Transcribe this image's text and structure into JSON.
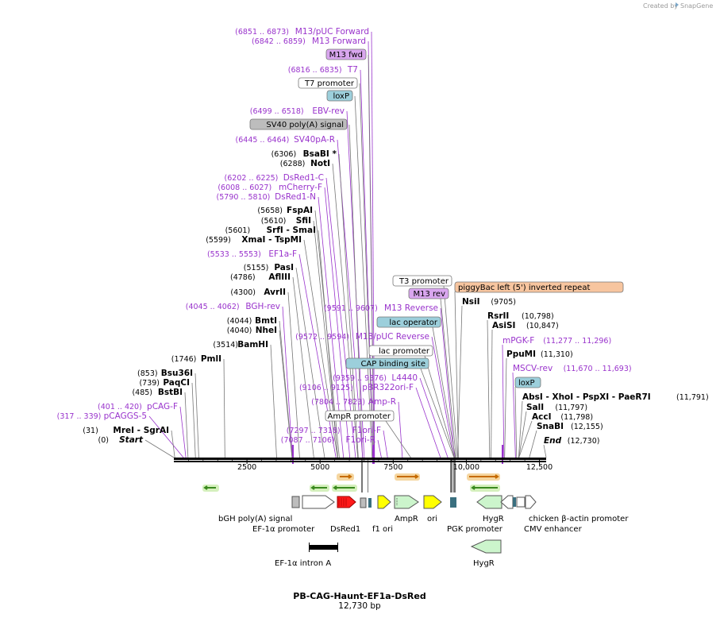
{
  "credit": "Created by",
  "credit_brand": "SnapGene",
  "title": "PB-CAG-Haunt-EF1a-DsRed",
  "subtitle": "12,730 bp",
  "ruler_ticks": [
    "2500",
    "5000",
    "7500",
    "10,000",
    "12,500"
  ],
  "labels": [
    {
      "id": "m13puc-fwd",
      "coord": "(6851 .. 6873)",
      "name": "M13/pUC Forward",
      "kind": "primer",
      "pos": 6862
    },
    {
      "id": "m13-forward",
      "coord": "(6842 .. 6859)",
      "name": "M13 Forward",
      "kind": "primer",
      "pos": 6850
    },
    {
      "id": "m13-fwd",
      "coord": "",
      "name": "M13 fwd",
      "kind": "tag",
      "fill": "#d9a6ef",
      "pos": 6840
    },
    {
      "id": "t7",
      "coord": "(6816 .. 6835)",
      "name": "T7",
      "kind": "primer",
      "pos": 6825
    },
    {
      "id": "t7-promoter",
      "coord": "",
      "name": "T7 promoter",
      "kind": "tag",
      "fill": "#ffffff",
      "pos": 6815
    },
    {
      "id": "loxp-1",
      "coord": "",
      "name": "loxP",
      "kind": "tag",
      "fill": "#9ccfdb",
      "pos": 6780
    },
    {
      "id": "ebv-rev",
      "coord": "(6499 .. 6518)",
      "name": "EBV-rev",
      "kind": "primer",
      "pos": 6508
    },
    {
      "id": "sv40-polya",
      "coord": "",
      "name": "SV40 poly(A) signal",
      "kind": "tag",
      "fill": "#bdbdbd",
      "pos": 6450
    },
    {
      "id": "sv40pa-r",
      "coord": "(6445 .. 6464)",
      "name": "SV40pA-R",
      "kind": "primer",
      "pos": 6455
    },
    {
      "id": "bsabi",
      "coord": "(6306)",
      "name": "BsaBI *",
      "kind": "enzyme",
      "pos": 6306
    },
    {
      "id": "noti",
      "coord": "(6288)",
      "name": "NotI",
      "kind": "enzyme",
      "pos": 6288
    },
    {
      "id": "dsred1-c",
      "coord": "(6202 .. 6225)",
      "name": "DsRed1-C",
      "kind": "primer",
      "pos": 6213
    },
    {
      "id": "mcherry-f",
      "coord": "(6008 .. 6027)",
      "name": "mCherry-F",
      "kind": "primer",
      "pos": 6017
    },
    {
      "id": "dsred1-n",
      "coord": "(5790 .. 5810)",
      "name": "DsRed1-N",
      "kind": "primer",
      "pos": 5800
    },
    {
      "id": "fspai",
      "coord": "(5658)",
      "name": "FspAI",
      "kind": "enzyme",
      "pos": 5658
    },
    {
      "id": "sfii",
      "coord": "(5610)",
      "name": "SfiI",
      "kind": "enzyme",
      "pos": 5610
    },
    {
      "id": "srfi",
      "coord": "(5601)",
      "name": "SrfI  - SmaI",
      "kind": "enzyme",
      "pos": 5601
    },
    {
      "id": "xmai",
      "coord": "(5599)",
      "name": "XmaI  - TspMI",
      "kind": "enzyme",
      "pos": 5599
    },
    {
      "id": "ef1a-f",
      "coord": "(5533 .. 5553)",
      "name": "EF1a-F",
      "kind": "primer",
      "pos": 5543
    },
    {
      "id": "pasi",
      "coord": "(5155)",
      "name": "PasI",
      "kind": "enzyme",
      "pos": 5155
    },
    {
      "id": "aflIII",
      "coord": "(4786)",
      "name": "AflIII",
      "kind": "enzyme",
      "pos": 4786
    },
    {
      "id": "avrii",
      "coord": "(4300)",
      "name": "AvrII",
      "kind": "enzyme",
      "pos": 4300
    },
    {
      "id": "bgh-rev",
      "coord": "(4045 .. 4062)",
      "name": "BGH-rev",
      "kind": "primer",
      "pos": 4053
    },
    {
      "id": "bmti",
      "coord": "(4044)",
      "name": "BmtI",
      "kind": "enzyme",
      "pos": 4044
    },
    {
      "id": "nhei",
      "coord": "(4040)",
      "name": "NheI",
      "kind": "enzyme",
      "pos": 4040
    },
    {
      "id": "bamhi",
      "coord": "(3514)",
      "name": "BamHI",
      "kind": "enzyme",
      "pos": 3514
    },
    {
      "id": "pmli",
      "coord": "(1746)",
      "name": "PmlI",
      "kind": "enzyme",
      "pos": 1746
    },
    {
      "id": "bsu36i",
      "coord": "(853)",
      "name": "Bsu36I",
      "kind": "enzyme",
      "pos": 853
    },
    {
      "id": "paqci",
      "coord": "(739)",
      "name": "PaqCI",
      "kind": "enzyme",
      "pos": 739
    },
    {
      "id": "bstbi",
      "coord": "(485)",
      "name": "BstBI",
      "kind": "enzyme",
      "pos": 485
    },
    {
      "id": "pcag-f",
      "coord": "(401 .. 420)",
      "name": "pCAG-F",
      "kind": "primer",
      "pos": 410
    },
    {
      "id": "pcaggs-5",
      "coord": "(317 .. 339)",
      "name": "pCAGGS-5",
      "kind": "primer",
      "pos": 328
    },
    {
      "id": "mrei",
      "coord": "(31)",
      "name": "MreI  - SgrAI",
      "kind": "enzyme",
      "pos": 31
    },
    {
      "id": "start",
      "coord": "(0)",
      "name": "Start",
      "kind": "start",
      "pos": 0
    },
    {
      "id": "m13-rev-primer",
      "coord": "(9591 .. 9607)",
      "name": "M13 Reverse",
      "kind": "primer",
      "pos": 9599
    },
    {
      "id": "m13puc-rev",
      "coord": "(9572 .. 9594)",
      "name": "M13/pUC Reverse",
      "kind": "primer",
      "pos": 9583
    },
    {
      "id": "l4440",
      "coord": "(9359 .. 9376)",
      "name": "L4440",
      "kind": "primer",
      "pos": 9367
    },
    {
      "id": "pbr322ori-f",
      "coord": "(9106 .. 9125)",
      "name": "pBR322ori-F",
      "kind": "primer",
      "pos": 9115
    },
    {
      "id": "amp-r",
      "coord": "(7804 .. 7823)",
      "name": "Amp-R",
      "kind": "primer",
      "pos": 7813
    },
    {
      "id": "f1ori-f",
      "coord": "(7297 .. 7318)",
      "name": "F1ori-F",
      "kind": "primer",
      "pos": 7307
    },
    {
      "id": "f1ori-r",
      "coord": "(7087 .. 7106)",
      "name": "F1ori-R",
      "kind": "primer",
      "pos": 7096
    }
  ],
  "middle_tags": [
    {
      "id": "t3-promoter",
      "name": "T3 promoter",
      "fill": "#ffffff",
      "pos": 9700
    },
    {
      "id": "m13-rev-tag",
      "name": "M13 rev",
      "fill": "#d9a6ef",
      "pos": 9650
    },
    {
      "id": "lac-operator",
      "name": "lac operator",
      "fill": "#9ccfdb",
      "pos": 9630
    },
    {
      "id": "lac-promoter",
      "name": "lac promoter",
      "fill": "#ffffff",
      "pos": 9600
    },
    {
      "id": "cap-site",
      "name": "CAP binding site",
      "fill": "#9ccfdb",
      "pos": 9580
    },
    {
      "id": "ampr-promoter",
      "name": "AmpR promoter",
      "fill": "#ffffff",
      "pos": 8100
    }
  ],
  "right_labels": [
    {
      "id": "piggybac-left",
      "coord": "",
      "name": "piggyBac left (5') inverted repeat",
      "kind": "tag",
      "fill": "#f7c59f",
      "pos": 9730
    },
    {
      "id": "nsii",
      "coord": "(9705)",
      "name": "NsiI",
      "kind": "enzyme",
      "pos": 9705
    },
    {
      "id": "rsrii",
      "coord": "(10,798)",
      "name": "RsrII",
      "kind": "enzyme",
      "pos": 10798
    },
    {
      "id": "asisi",
      "coord": "(10,847)",
      "name": "AsiSI",
      "kind": "enzyme",
      "pos": 10847
    },
    {
      "id": "mpgk-f",
      "coord": "(11,277 .. 11,296)",
      "name": "mPGK-F",
      "kind": "primer",
      "pos": 11286
    },
    {
      "id": "ppumi",
      "coord": "(11,310)",
      "name": "PpuMI",
      "kind": "enzyme",
      "pos": 11310
    },
    {
      "id": "mscv-rev",
      "coord": "(11,670 .. 11,693)",
      "name": "MSCV-rev",
      "kind": "primer",
      "pos": 11681
    },
    {
      "id": "loxp-2",
      "coord": "",
      "name": "loxP",
      "kind": "tag",
      "fill": "#9ccfdb",
      "pos": 11720
    },
    {
      "id": "absi",
      "coord": "(11,791)",
      "name": "AbsI  - XhoI   - PspXI   - PaeR7I",
      "kind": "enzyme",
      "pos": 11791
    },
    {
      "id": "sali",
      "coord": "(11,797)",
      "name": "SalI",
      "kind": "enzyme",
      "pos": 11797
    },
    {
      "id": "acci",
      "coord": "(11,798)",
      "name": "AccI",
      "kind": "enzyme",
      "pos": 11798
    },
    {
      "id": "snabi",
      "coord": "(12,155)",
      "name": "SnaBI",
      "kind": "enzyme",
      "pos": 12155
    },
    {
      "id": "end",
      "coord": "(12,730)",
      "name": "End",
      "kind": "start",
      "pos": 12730
    }
  ],
  "features": [
    {
      "id": "bgh-polya",
      "name": "bGH poly(A) signal",
      "start": 3600,
      "end": 3900,
      "type": "box",
      "fill": "#bdbdbd",
      "row": 0
    },
    {
      "id": "ef1a-promoter",
      "name": "EF-1α promoter",
      "start": 4000,
      "end": 5300,
      "type": "arrow-right",
      "fill": "#ffffff",
      "row": 0
    },
    {
      "id": "dsred1",
      "name": "DsRed1",
      "start": 5400,
      "end": 6200,
      "type": "arrow-right",
      "fill": "#ff2222",
      "row": 0
    },
    {
      "id": "sv40-box",
      "name": "",
      "start": 6450,
      "end": 6700,
      "type": "box",
      "fill": "#bdbdbd",
      "row": 0
    },
    {
      "id": "f1-ori",
      "name": "f1 ori",
      "start": 7000,
      "end": 7500,
      "type": "arrow-right",
      "fill": "#ffff00",
      "row": 0
    },
    {
      "id": "ampr",
      "name": "AmpR",
      "start": 7700,
      "end": 8700,
      "type": "arrow-right",
      "fill": "#ccf5cc",
      "row": 0
    },
    {
      "id": "ori",
      "name": "ori",
      "start": 9000,
      "end": 9600,
      "type": "arrow-right",
      "fill": "#ffff00",
      "row": 0
    },
    {
      "id": "pb-box",
      "name": "",
      "start": 9680,
      "end": 9900,
      "type": "box",
      "fill": "#3a6f7f",
      "row": 0
    },
    {
      "id": "hygr",
      "name": "HygR",
      "start": 10400,
      "end": 11300,
      "type": "arrow-left",
      "fill": "#ccf5cc",
      "row": 0
    },
    {
      "id": "pgk-promoter",
      "name": "PGK promoter",
      "start": 11350,
      "end": 11700,
      "type": "arrow-left",
      "fill": "#ffffff",
      "row": 0
    },
    {
      "id": "cmv-enhancer",
      "name": "CMV enhancer",
      "start": 11750,
      "end": 12000,
      "type": "box",
      "fill": "#ffffff",
      "row": 0
    },
    {
      "id": "chicken-actin",
      "name": "chicken β-actin promoter",
      "start": 12000,
      "end": 12300,
      "type": "arrow-right",
      "fill": "#ffffff",
      "row": 0
    }
  ],
  "feature_labels": [
    {
      "id": "lab-bgh",
      "text": "bGH poly(A) signal"
    },
    {
      "id": "lab-ef1a",
      "text": "EF-1α promoter"
    },
    {
      "id": "lab-dsred1",
      "text": "DsRed1"
    },
    {
      "id": "lab-f1ori",
      "text": "f1 ori"
    },
    {
      "id": "lab-ampr",
      "text": "AmpR"
    },
    {
      "id": "lab-ori",
      "text": "ori"
    },
    {
      "id": "lab-hygr",
      "text": "HygR"
    },
    {
      "id": "lab-pgk",
      "text": "PGK promoter"
    },
    {
      "id": "lab-actin",
      "text": "chicken β-actin promoter"
    },
    {
      "id": "lab-cmv",
      "text": "CMV enhancer"
    },
    {
      "id": "lab-intron",
      "text": "EF-1α intron A"
    },
    {
      "id": "lab-hygr2",
      "text": "HygR"
    }
  ]
}
